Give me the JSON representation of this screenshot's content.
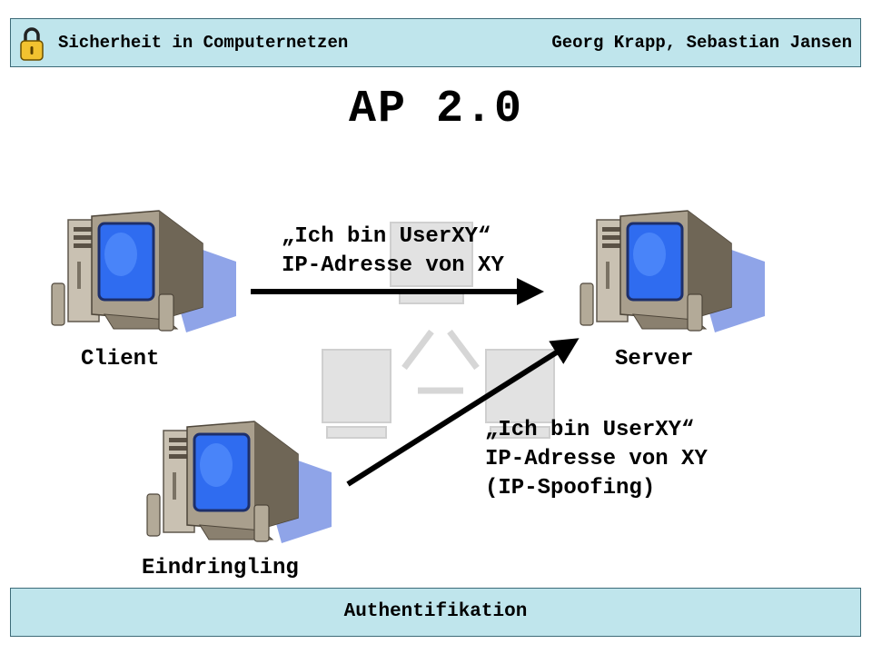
{
  "header": {
    "course_title": "Sicherheit in Computernetzen",
    "authors": "Georg Krapp, Sebastian Jansen",
    "icon": "padlock-icon"
  },
  "slide": {
    "title": "AP 2.0"
  },
  "nodes": {
    "client": {
      "label": "Client",
      "icon": "computer-icon"
    },
    "server": {
      "label": "Server",
      "icon": "computer-icon"
    },
    "intruder": {
      "label": "Eindringling",
      "icon": "computer-icon"
    }
  },
  "messages": {
    "client_to_server": {
      "line1": "„Ich bin UserXY“",
      "line2": "IP-Adresse von XY"
    },
    "intruder_to_server": {
      "line1": "„Ich bin UserXY“",
      "line2": "IP-Adresse von XY",
      "line3": "(IP-Spoofing)"
    }
  },
  "footer": {
    "topic": "Authentifikation"
  },
  "colors": {
    "bar_background": "#bfe5ec",
    "bar_border": "#3d6b78",
    "screen_blue": "#2f6cf0",
    "arrow": "#000000"
  }
}
